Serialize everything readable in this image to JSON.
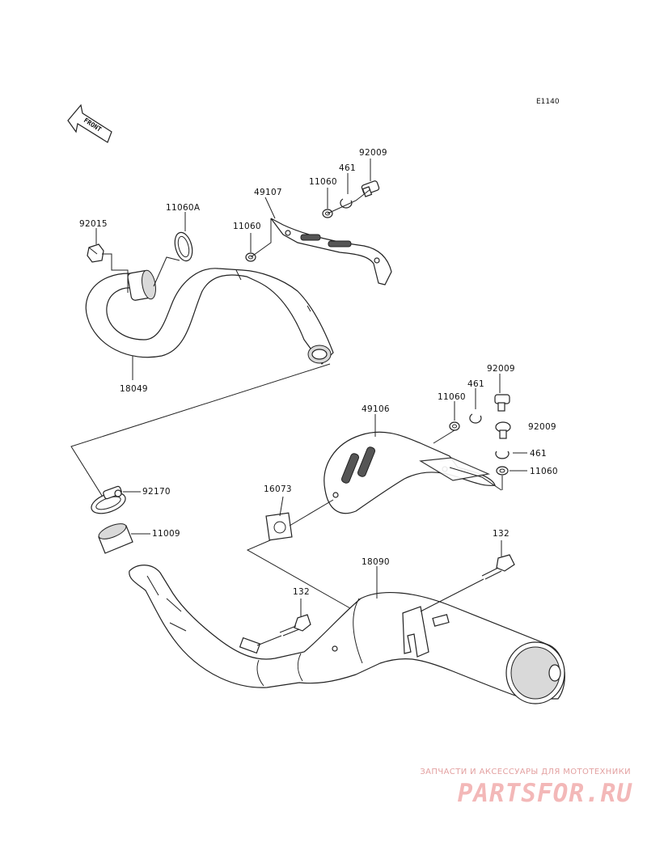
{
  "diagram_code": "E1140",
  "front_label": "FRONT",
  "labels": {
    "p92009_a": "92009",
    "p461_a": "461",
    "p11060_a": "11060",
    "p49107": "49107",
    "p11060_b": "11060",
    "p11060A": "11060A",
    "p92015": "92015",
    "p18049": "18049",
    "p92009_b": "92009",
    "p461_b": "461",
    "p11060_c": "11060",
    "p49106": "49106",
    "p92009_c": "92009",
    "p461_c": "461",
    "p11060_d": "11060",
    "p92170": "92170",
    "p16073": "16073",
    "p11009": "11009",
    "p132_a": "132",
    "p18090": "18090",
    "p132_b": "132"
  },
  "watermark": {
    "tagline": "ЗАПЧАСТИ И АКСЕССУАРЫ ДЛЯ МОТОТЕХНИКИ",
    "logo": "PARTSFOR.RU"
  }
}
